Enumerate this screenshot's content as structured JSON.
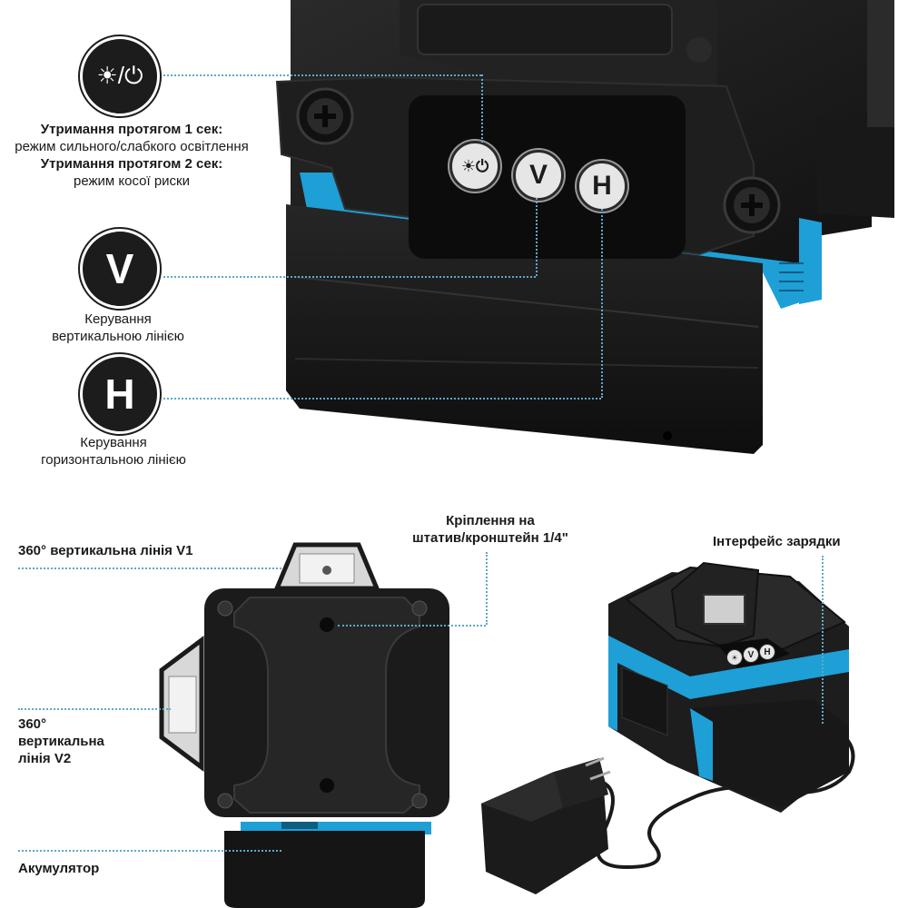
{
  "top": {
    "power_icon_glyph": "☀/⏻",
    "power_label_line1": "Утримання протягом 1 сек:",
    "power_label_line2": "режим сильного/слабкого освітлення",
    "power_label_line3": "Утримання протягом 2 сек:",
    "power_label_line4": "режим косої риски",
    "v_letter": "V",
    "v_label_line1": "Керування",
    "v_label_line2": "вертикальною лінією",
    "h_letter": "H",
    "h_label_line1": "Керування",
    "h_label_line2": "горизонтальною лінією",
    "panel_buttons": [
      "☀⏻",
      "V",
      "H"
    ]
  },
  "bottom": {
    "v1_label": "360° вертикальна лінія V1",
    "mount_label_line1": "Кріплення на",
    "mount_label_line2": "штатив/кронштейн 1/4\"",
    "charge_label": "Інтерфейс зарядки",
    "v2_label_line1": "360°",
    "v2_label_line2": "вертикальна",
    "v2_label_line3": "лінія V2",
    "battery_label": "Акумулятор",
    "mini_buttons": [
      "☀",
      "V",
      "H"
    ]
  },
  "colors": {
    "accent_blue": "#1e9fd6",
    "device_black": "#1b1b1b",
    "callout_line": "#5fa9c8"
  }
}
